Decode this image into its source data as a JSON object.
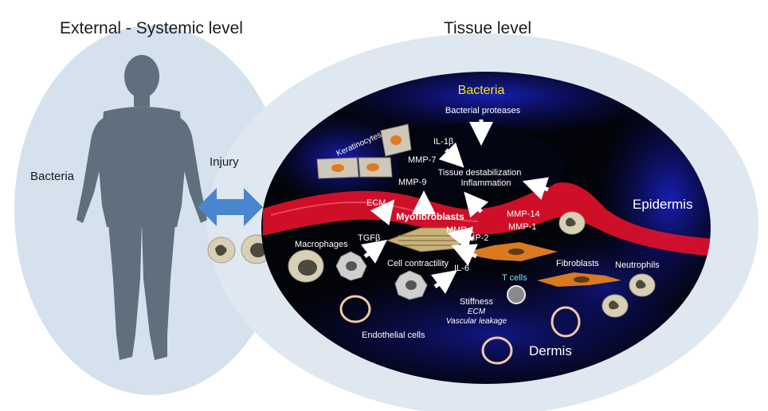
{
  "headings": {
    "systemic": "External - Systemic level",
    "tissue": "Tissue level"
  },
  "systemic_panel": {
    "bacteria": "Bacteria",
    "injury": "Injury"
  },
  "tissue_panel": {
    "bacteria": "Bacteria",
    "bacterial_proteases": "Bacterial proteases",
    "il1b": "IL-1β",
    "mmp7": "MMP-7",
    "mmp9": "MMP-9",
    "tissue_destabilization": "Tissue destabilization",
    "inflammation": "Inflammation",
    "keratinocytes": "Keratinocytes",
    "ecm": "ECM",
    "myofibroblasts": "Myofibroblasts",
    "mmp1_center": "MMP-1",
    "mmp2": "MMP-2",
    "mmp14": "MMP-14",
    "mmp1_right": "MMP-1",
    "epidermis": "Epidermis",
    "macrophages": "Macrophages",
    "tgfb": "TGFβ",
    "cell_contractility": "Cell contractility",
    "il6": "IL-6",
    "t_cells": "T cells",
    "fibroblasts": "Fibroblasts",
    "neutrophils": "Neutrophils",
    "stiffness": "Stiffness",
    "ecm_italic": "ECM",
    "vascular_leakage": "Vascular leakage",
    "endothelial_cells": "Endothelial cells",
    "dermis": "Dermis"
  },
  "colors": {
    "body_silhouette": "#5f6f7d",
    "systemic_bg": "#d6e1ee",
    "tissue_bg": "#dfe7f1",
    "injury_arrow": "#4a86cf",
    "bacteria_label": "#f2e21a",
    "t_cells_label": "#7fe0ff",
    "epidermis_red": "#e0102a",
    "nuclei_blue": "#1b2bd8"
  }
}
